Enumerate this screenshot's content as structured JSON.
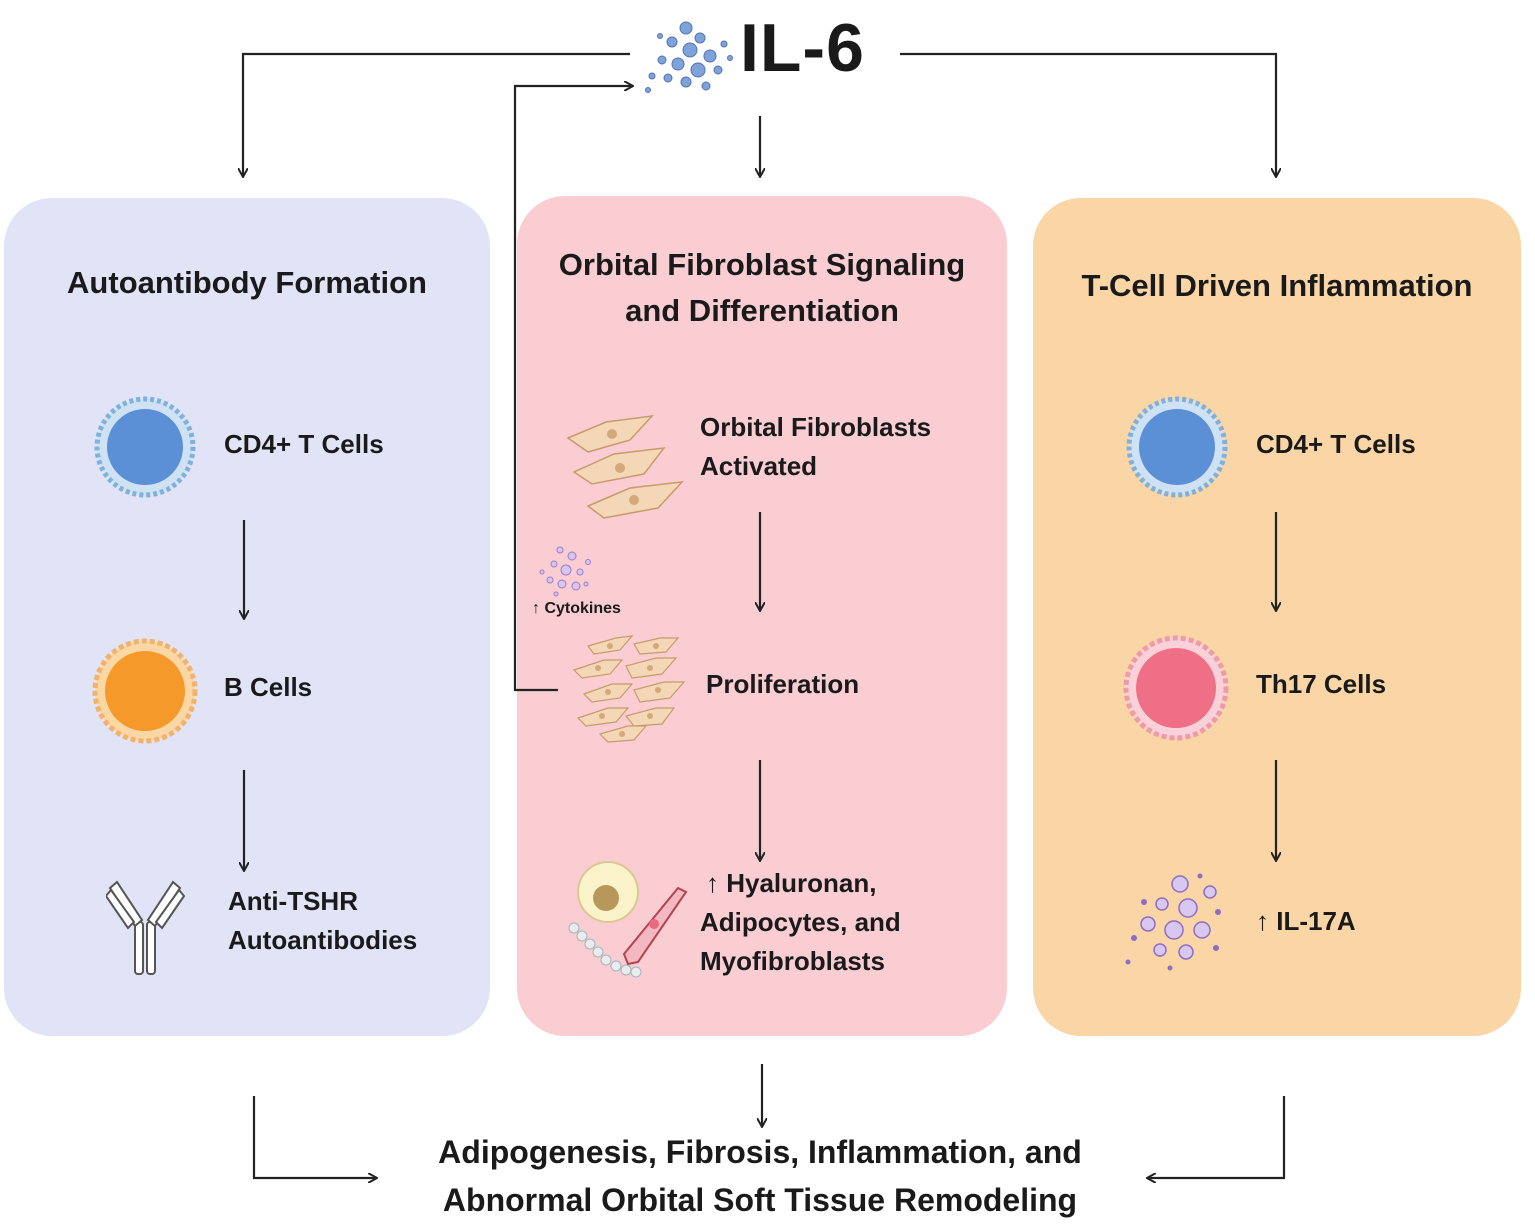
{
  "header": {
    "title": "IL-6"
  },
  "panels": {
    "left": {
      "title": "Autoantibody Formation",
      "steps": [
        "CD4+ T Cells",
        "B Cells",
        "Anti-TSHR",
        "Autoantibodies"
      ]
    },
    "middle": {
      "title_line1": "Orbital Fibroblast Signaling",
      "title_line2": "and Differentiation",
      "step1_line1": "Orbital Fibroblasts",
      "step1_line2": "Activated",
      "cytokines": "↑ Cytokines",
      "step2": "Proliferation",
      "step3_line1": "↑ Hyaluronan,",
      "step3_line2": "Adipocytes, and",
      "step3_line3": "Myofibroblasts"
    },
    "right": {
      "title": "T-Cell Driven Inflammation",
      "steps": [
        "CD4+ T Cells",
        "Th17 Cells",
        "↑ IL-17A"
      ]
    }
  },
  "outcome": {
    "line1": "Adipogenesis, Fibrosis, Inflammation, and",
    "line2": "Abnormal Orbital Soft Tissue Remodeling"
  },
  "colors": {
    "left_panel": "#e1e4f6",
    "middle_panel": "#f9cdd2",
    "right_panel": "#fad5a6",
    "cd4_cell": "#5b8fd6",
    "b_cell": "#f59a2a",
    "th17_cell": "#ee6f86",
    "il6_particles": "#7fa3d8",
    "il17a_particles": "#b29ad9",
    "fibroblast": "#f3d7b6"
  },
  "icons": [
    "il6-particles-icon",
    "cd4-t-cell-icon",
    "b-cell-icon",
    "antibody-icon",
    "fibroblast-activated-icon",
    "cytokine-particles-icon",
    "fibroblast-proliferation-icon",
    "adipocyte-myofibroblast-icon",
    "th17-cell-icon",
    "il17a-particles-icon"
  ]
}
